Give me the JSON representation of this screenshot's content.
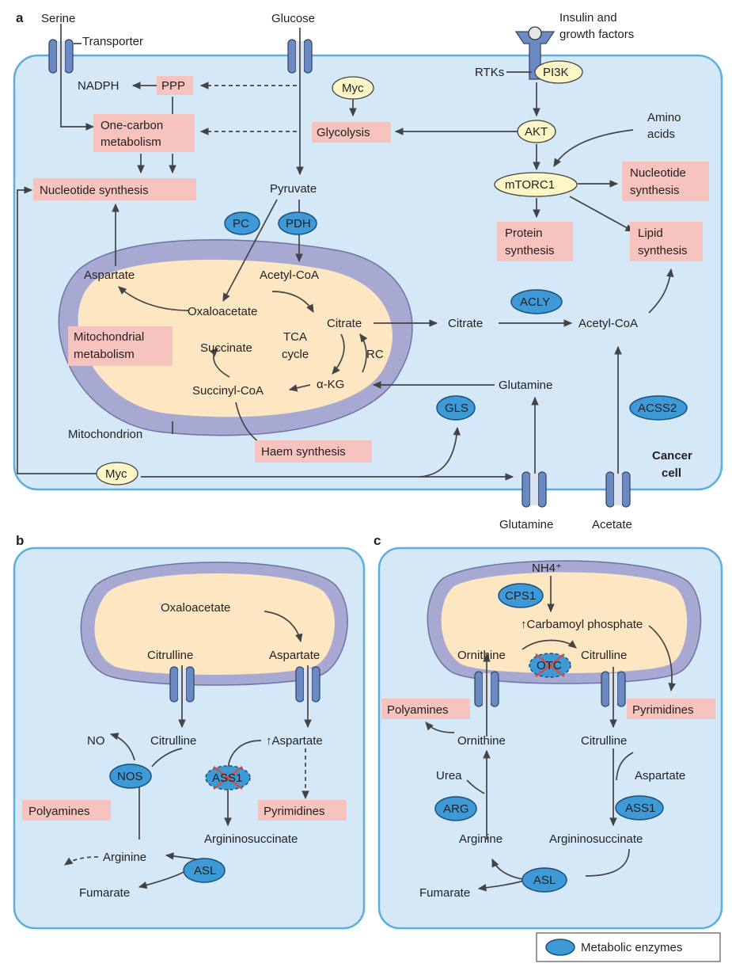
{
  "panels": {
    "a": "a",
    "b": "b",
    "c": "c"
  },
  "a": {
    "serine": "Serine",
    "transporter": "Transporter",
    "glucose": "Glucose",
    "insulin1": "Insulin and",
    "insulin2": "growth factors",
    "rtks": "RTKs",
    "pi3k": "PI3K",
    "nadph": "NADPH",
    "ppp": "PPP",
    "myc_top": "Myc",
    "glycolysis": "Glycolysis",
    "one_carbon1": "One-carbon",
    "one_carbon2": "metabolism",
    "akt": "AKT",
    "amino1": "Amino",
    "amino2": "acids",
    "nucleotide_synthesis": "Nucleotide synthesis",
    "pyruvate": "Pyruvate",
    "mtorc1": "mTORC1",
    "nuc1": "Nucleotide",
    "nuc2": "synthesis",
    "pc": "PC",
    "pdh": "PDH",
    "protein1": "Protein",
    "protein2": "synthesis",
    "lipid1": "Lipid",
    "lipid2": "synthesis",
    "aspartate": "Aspartate",
    "acetyl_coa_mito": "Acetyl-CoA",
    "oxaloacetate": "Oxaloacetate",
    "citrate_mito": "Citrate",
    "citrate_cyto": "Citrate",
    "acly": "ACLY",
    "acetyl_coa_cyto": "Acetyl-CoA",
    "mito_met1": "Mitochondrial",
    "mito_met2": "metabolism",
    "succinate": "Succinate",
    "tca1": "TCA",
    "tca2": "cycle",
    "rc": "RC",
    "akg": "α-KG",
    "succinyl": "Succinyl-CoA",
    "glutamine_cyto": "Glutamine",
    "gls": "GLS",
    "acss2": "ACSS2",
    "mitochondrion": "Mitochondrion",
    "haem": "Haem synthesis",
    "myc_bottom": "Myc",
    "cancer1": "Cancer",
    "cancer2": "cell",
    "glutamine_out": "Glutamine",
    "acetate": "Acetate"
  },
  "b": {
    "oxaloacetate": "Oxaloacetate",
    "citrulline_mito": "Citrulline",
    "aspartate_mito": "Aspartate",
    "no": "NO",
    "citrulline": "Citrulline",
    "aspartate_up": "↑Aspartate",
    "nos": "NOS",
    "ass1": "ASS1",
    "polyamines": "Polyamines",
    "pyrimidines": "Pyrimidines",
    "arginine": "Arginine",
    "argininosuccinate": "Argininosuccinate",
    "asl": "ASL",
    "fumarate": "Fumarate"
  },
  "c": {
    "nh4": "NH4⁺",
    "cps1": "CPS1",
    "carbamoyl": "↑Carbamoyl phosphate",
    "ornithine_mito": "Ornithine",
    "otc": "OTC",
    "citrulline_mito": "Citrulline",
    "polyamines": "Polyamines",
    "pyrimidines": "Pyrimidines",
    "ornithine": "Ornithine",
    "citrulline": "Citrulline",
    "urea": "Urea",
    "aspartate": "Aspartate",
    "arg": "ARG",
    "ass1": "ASS1",
    "arginine": "Arginine",
    "argininosuccinate": "Argininosuccinate",
    "asl": "ASL",
    "fumarate": "Fumarate"
  },
  "legend": {
    "label": "Metabolic enzymes"
  },
  "colors": {
    "highlight": "#f6c3bf",
    "enzyme": "#3d9ad6",
    "cell": "#d4e8f7",
    "mito_inner": "#fde6c2",
    "myc": "#fdf6c6"
  }
}
